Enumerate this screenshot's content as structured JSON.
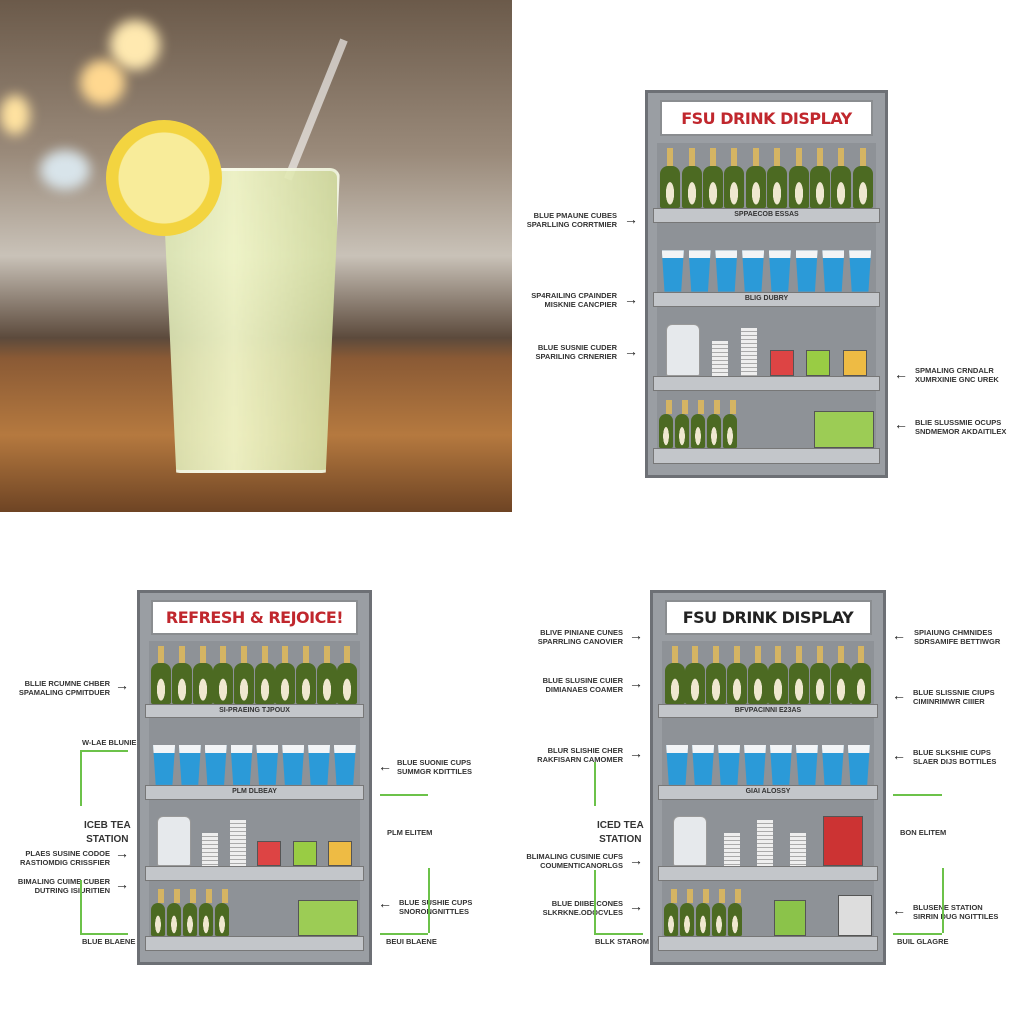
{
  "top_right": {
    "sign": "FSU DRINK DISPLAY",
    "shelf_labels": [
      "SPPAECOB ESSAS",
      "BLIG DUBRY"
    ],
    "callouts": [
      [
        "BLUE PMAUNE CUBES",
        "SPARLLING CORRTMIER"
      ],
      [
        "SP4RAILING CPAINDER",
        "MISKNIE CANCPIER"
      ],
      [
        "BLUE SUSNIE CUDER",
        "SPARILING CRNERIER"
      ],
      [
        "SPMALING CRNDALR",
        "XUMRXINIE GNC UREK"
      ],
      [
        "BLIE SLUSSMIE OCUPS",
        "SNDMEMOR AKDAITILEX"
      ]
    ]
  },
  "bottom_left": {
    "sign": "REFRESH & REJOICE!",
    "shelf_labels": [
      "SI-PRAEING TJPOUX",
      "PLM DLBEAY"
    ],
    "callouts": [
      [
        "BLLIE RCUMNE CHBER",
        "SPAMALING CPMITDUER"
      ],
      [
        "W-LAE BLUNIE"
      ],
      [
        "ICEB TEA",
        "STATION"
      ],
      [
        "PLAES SUSINE CODOE",
        "RASTIOMDIG CRISSFIER"
      ],
      [
        "BIMALING CUIME CUBER",
        "DUTRING ISIURITIEN"
      ],
      [
        "BLUE BLAENE"
      ],
      [
        "BLUE SUONIE CUPS",
        "SUMMGR KDITTILES"
      ],
      [
        "PLM ELITEM"
      ],
      [
        "BLUE SUSHIE CUPS",
        "SNORONGNITTLES"
      ],
      [
        "BEUI BLAENE"
      ]
    ]
  },
  "bottom_right": {
    "sign": "FSU DRINK DISPLAY",
    "shelf_labels": [
      "BFVPACINNI E23AS",
      "GIAI ALOSSY"
    ],
    "callouts": [
      [
        "BLIVE PINIANE CUNES",
        "SPARRLING CANOVIER"
      ],
      [
        "BLUE SLUSINE CUIER",
        "DIMIANAES COAMER"
      ],
      [
        "BLUR SLISHIE CHER",
        "RAKFISARN CAMOMER"
      ],
      [
        "ICED TEA",
        "STATION"
      ],
      [
        "BLIMALING CUSINIE CUFS",
        "COUMENTICANORLGS"
      ],
      [
        "BLUE DIIBE CONES",
        "SLKRKNE.ODOCVLES"
      ],
      [
        "BLLK STAROM"
      ],
      [
        "SPIAIUNG CHMNIDES",
        "SDRSAMIFE BETTIWGR"
      ],
      [
        "BLUE SLISSNIE CIUPS",
        "CIMINRIMWR CIIIER"
      ],
      [
        "BLUE SLKSHIE CUPS",
        "SLAER DIJS BOTTILES"
      ],
      [
        "BON ELITEM"
      ],
      [
        "BLUSENE STATION",
        "SIRRIN DUG NGITTILES"
      ],
      [
        "BUIL GLAGRE"
      ]
    ]
  },
  "colors": {
    "sign_red": "#c0272d",
    "sign_dark": "#222222",
    "callout_green": "#6cc24a"
  }
}
